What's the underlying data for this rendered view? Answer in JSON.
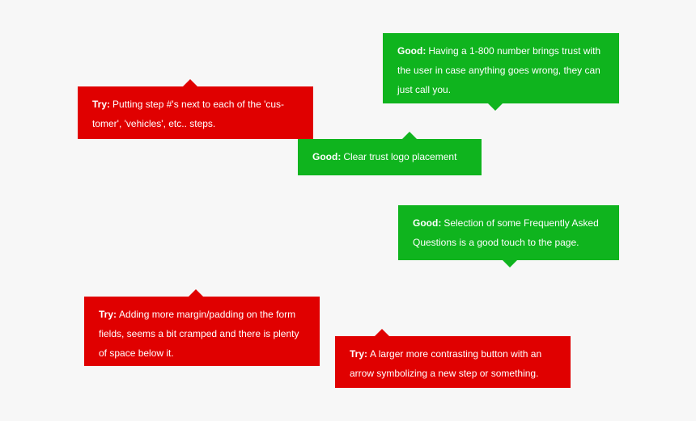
{
  "callouts": [
    {
      "label": "Try:",
      "text": "Putting step #'s next to each of the 'cus-tomer', 'vehicles', etc.. steps.",
      "color": "#e00000"
    },
    {
      "label": "Good:",
      "text": "Having a 1-800 number brings trust with the user in case anything goes wrong, they can just call you.",
      "color": "#0fb41e"
    },
    {
      "label": "Good:",
      "text": "Clear trust logo placement",
      "color": "#0fb41e"
    },
    {
      "label": "Good:",
      "text": "Selection of some Frequently Asked Questions is a good touch to the page.",
      "color": "#0fb41e"
    },
    {
      "label": "Try:",
      "text": "Adding more margin/padding on the form fields, seems a bit cramped and there is plenty of space below it.",
      "color": "#e00000"
    },
    {
      "label": "Try:",
      "text": "A larger more contrasting button with an arrow symbolizing a new step or something.",
      "color": "#e00000"
    }
  ]
}
